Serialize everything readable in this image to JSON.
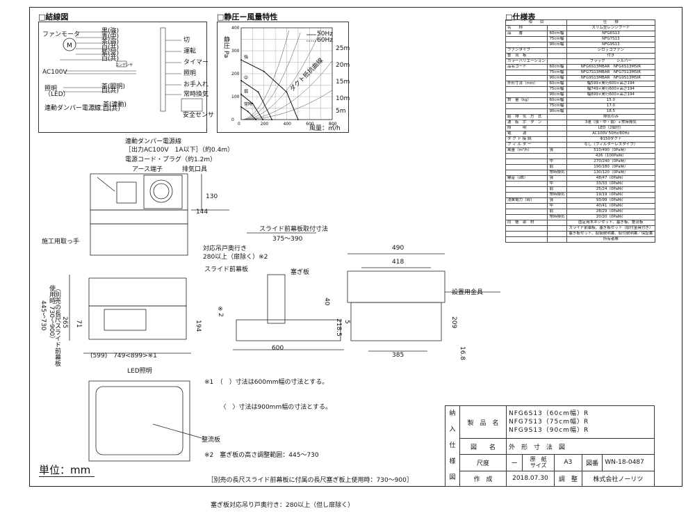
{
  "sections": {
    "wiring": "□結線図",
    "pressure": "□静圧ー風量特性",
    "spec": "□仕様表"
  },
  "wiring": {
    "fan_motor": "ファンモータ",
    "ac": "AC100V",
    "led": "照明\n（LED）",
    "damper": "連動ダンパー電源線",
    "wire_labels": [
      "黒(強)",
      "青(中)",
      "茶(弱)",
      "白(共)",
      "紫(常)",
      "白(共)",
      "コンデンサ",
      "茶(照明)",
      "白(共)",
      "茶(連動)",
      "白(共)"
    ],
    "switches": [
      "切",
      "運転",
      "タイマー",
      "照明",
      "お手入れ",
      "常時換気"
    ],
    "sensor": "安全センサ",
    "motor_symbol": "M"
  },
  "pressure_chart": {
    "ylabel": "静圧 Pa",
    "xlabel": "風量：㎥/h",
    "legend": [
      "50Hz",
      "60Hz"
    ],
    "curve_labels": [
      "強",
      "中",
      "弱",
      "常時"
    ],
    "resistance_labels": [
      "25m",
      "20m",
      "15m",
      "10m",
      "5m"
    ],
    "duct_label": "ダクト抵抗曲線"
  },
  "chart_data": {
    "type": "line",
    "xlim": [
      0,
      800
    ],
    "ylim": [
      0,
      400
    ],
    "x_ticks": [
      "0",
      "200",
      "400",
      "600",
      "800"
    ],
    "y_ticks": [
      "0",
      "100",
      "200",
      "300",
      "400"
    ],
    "series": [
      {
        "name": "強",
        "x": [
          0,
          200,
          400,
          500
        ],
        "y": [
          260,
          210,
          120,
          0
        ]
      },
      {
        "name": "中",
        "x": [
          0,
          150,
          270
        ],
        "y": [
          170,
          120,
          0
        ]
      },
      {
        "name": "弱",
        "x": [
          0,
          100,
          190
        ],
        "y": [
          110,
          70,
          0
        ]
      },
      {
        "name": "常時",
        "x": [
          0,
          60,
          130
        ],
        "y": [
          55,
          35,
          0
        ]
      }
    ]
  },
  "drawing": {
    "callouts": {
      "damper_line": "連動ダンパー電源線",
      "damper_spec": "［出力AC100V　1A以下］（約0.4m）",
      "power_cord": "電源コード・プラグ（約1.2m）",
      "earth": "アース端子",
      "exhaust": "排気口具",
      "handle": "施工用取っ手",
      "slide_mount": "スライド前幕板取付寸法",
      "slide_mount_dim": "375～390",
      "hang_depth": "対応吊戸奥行き",
      "hang_depth_dim": "280以上（扉除く）※2",
      "slide_panel": "スライド前幕板",
      "close_plate": "塞ぎ板",
      "install_bracket": "設置用金具",
      "led_light": "LED照明",
      "rectifier": "整流板"
    },
    "dims": {
      "d130": "130",
      "d144": "144",
      "d445": "445～730",
      "d445_note": "（別売の長尺スライド前幕板\n使用時 730～900）",
      "d265": "265",
      "d71": "71",
      "d194": "194",
      "dwidth": "(599)　749<899>※1",
      "dx2": "※2",
      "d40": "40",
      "d600": "600",
      "d490": "490",
      "d418": "418",
      "d218": "218.5",
      "d5": "5",
      "d209": "209",
      "d385": "385",
      "d168": "16.8"
    },
    "notes": [
      "※1　（　）寸法は600mm幅の寸法とする。",
      "　　　〈　〉寸法は900mm幅の寸法とする。",
      "※2　塞ぎ板の高さ調整範囲：445～730",
      "　［別売の長尺スライド前幕板に付属の長尺塞ぎ板上使用時：730～900］",
      "　塞ぎ板対応吊り戸奥行き：280以上（但し扉除く）"
    ],
    "unit": "単位：mm"
  },
  "spec_table": {
    "header": [
      "項　　目",
      "仕　　様"
    ],
    "rows": [
      [
        "名　　称",
        "",
        "スリム型レンジフード"
      ],
      [
        "品　　番",
        "60cm幅",
        "NFG6S13"
      ],
      [
        "",
        "75cm幅",
        "NFG7S13"
      ],
      [
        "",
        "90cm幅",
        "NFG9S13"
      ],
      [
        "ファンタイプ",
        "",
        "シロッコファン"
      ],
      [
        "整　流　板",
        "",
        "付き"
      ],
      [
        "カラーバリエーション",
        "",
        "ブラック　　　シルバー"
      ],
      [
        "品名コード",
        "60cm幅",
        "NFG6S13MBAR　NFG6S13MSIR"
      ],
      [
        "",
        "75cm幅",
        "NFG7S13MBAR　NFG7S13MSIR"
      ],
      [
        "",
        "90cm幅",
        "NFG9S13MBAR　NFG9S13MSIR"
      ],
      [
        "外形寸法（mm）",
        "60cm幅",
        "幅599×奥行600×高さ194"
      ],
      [
        "",
        "75cm幅",
        "幅749×奥行600×高さ194"
      ],
      [
        "",
        "90cm幅",
        "幅899×奥行600×高さ194"
      ],
      [
        "質　量（kg）",
        "60cm幅",
        "15.0"
      ],
      [
        "",
        "75cm幅",
        "17.0"
      ],
      [
        "",
        "90cm幅",
        "18.5"
      ],
      [
        "給　排　気　方　式",
        "",
        "排気のみ"
      ],
      [
        "運　転　ボ　タ　ン",
        "",
        "3速（強・中・弱）+常時換気"
      ],
      [
        "照　　　明",
        "",
        "LED（2個付）"
      ],
      [
        "電　　　源",
        "",
        "AC100V 50Hz/60Hz"
      ],
      [
        "ダ ク ト 接 続",
        "",
        "Φ150ダクト"
      ],
      [
        "フ ィ ル タ ー",
        "",
        "なし（フィルターレスタイプ）"
      ],
      [
        "風量（m³/h）",
        "強",
        "510/490（0Pa時）"
      ],
      [
        "",
        "",
        "426（100Pa時）"
      ],
      [
        "",
        "中",
        "270/240（0Pa時）"
      ],
      [
        "",
        "弱",
        "190/180（0Pa時）"
      ],
      [
        "",
        "常時換気",
        "130/120（0Pa時）"
      ],
      [
        "騒音（dB）",
        "強",
        "48/47（0Pa時）"
      ],
      [
        "",
        "中",
        "33/33（0Pa時）"
      ],
      [
        "",
        "弱",
        "25/24（0Pa時）"
      ],
      [
        "",
        "常時換気",
        "19/19（0Pa時）"
      ],
      [
        "消費電力（W）",
        "強",
        "93/99（0Pa時）"
      ],
      [
        "",
        "中",
        "40/41（0Pa時）"
      ],
      [
        "",
        "弱",
        "28/29（0Pa時）"
      ],
      [
        "",
        "常時換気",
        "20/20（0Pa時）"
      ],
      [
        "同　梱　部　材",
        "",
        "固定用木ネジセット、塞ぎ板、整流板"
      ],
      [
        "",
        "",
        "スライド前幕板、塞ぎ板セット（取付金具付き）"
      ],
      [
        "",
        "",
        "塞ぎ板セット、取扱説明書、取付説明書／保証書"
      ],
      [
        "",
        "",
        "所有者票"
      ]
    ]
  },
  "title_block": {
    "side": [
      "納",
      "入",
      "仕",
      "様",
      "図"
    ],
    "product_label": "製　品　名",
    "product_lines": [
      "NFG6S13（60cm幅）R",
      "NFG7S13（75cm幅）R",
      "NFG9S13（90cm幅）R"
    ],
    "drawing_label": "図　　名",
    "drawing_name": "外　形　寸　法　図",
    "scale_label": "尺度",
    "scale": "ー",
    "paper_label": "原　紙\nサイズ",
    "paper": "A3",
    "no_label": "図番",
    "no": "WN-18-0487",
    "date_label": "作　成",
    "date": "2018.07.30",
    "adjust_label": "調　整",
    "company": "株式会社ノーリツ"
  }
}
